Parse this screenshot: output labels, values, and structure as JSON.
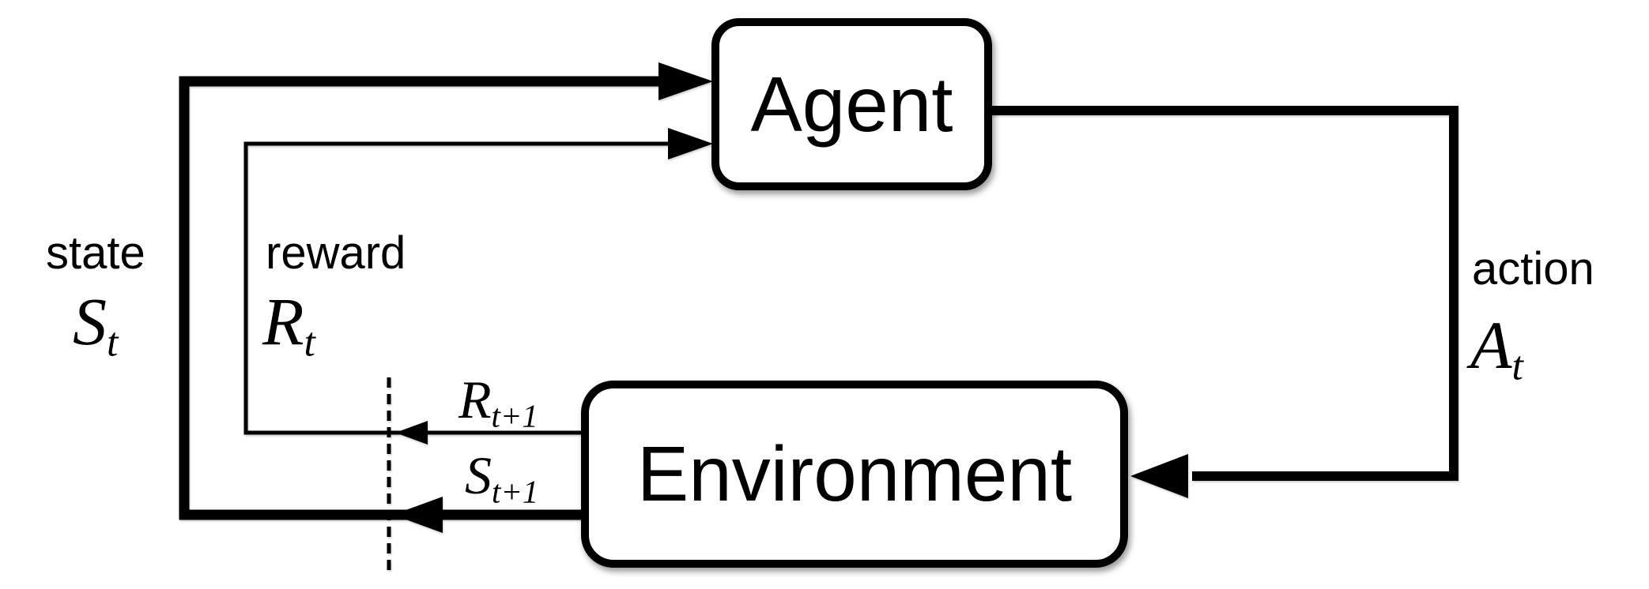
{
  "nodes": {
    "agent": "Agent",
    "environment": "Environment"
  },
  "labels": {
    "state": {
      "word": "state",
      "symbol": "S",
      "subscript": "t"
    },
    "reward": {
      "word": "reward",
      "symbol": "R",
      "subscript": "t"
    },
    "action": {
      "word": "action",
      "symbol": "A",
      "subscript": "t"
    },
    "next_reward": {
      "symbol": "R",
      "subscript": "t+1"
    },
    "next_state": {
      "symbol": "S",
      "subscript": "t+1"
    }
  },
  "colors": {
    "line": "#000000",
    "box_fill": "#ffffff",
    "background": "#ffffff"
  }
}
